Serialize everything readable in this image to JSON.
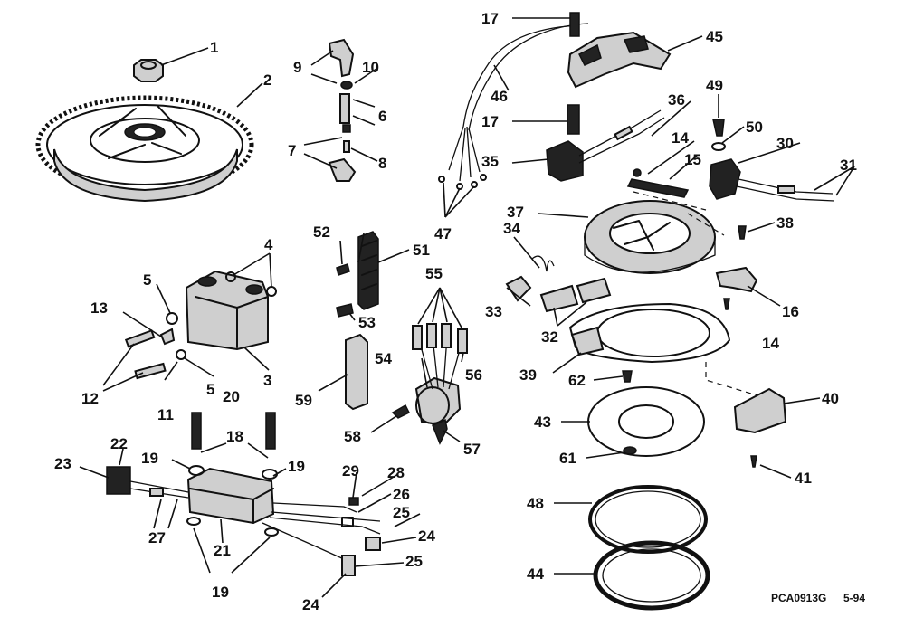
{
  "callouts": {
    "c1": "1",
    "c2": "2",
    "c3": "3",
    "c4": "4",
    "c5a": "5",
    "c5b": "5",
    "c6": "6",
    "c7": "7",
    "c8": "8",
    "c9": "9",
    "c10": "10",
    "c11": "11",
    "c12": "12",
    "c13": "13",
    "c14a": "14",
    "c14b": "14",
    "c15": "15",
    "c16": "16",
    "c17a": "17",
    "c17b": "17",
    "c18": "18",
    "c19a": "19",
    "c19b": "19",
    "c19c": "19",
    "c20": "20",
    "c21": "21",
    "c22": "22",
    "c23": "23",
    "c24a": "24",
    "c24b": "24",
    "c25a": "25",
    "c25b": "25",
    "c26": "26",
    "c27": "27",
    "c28": "28",
    "c29": "29",
    "c30": "30",
    "c31": "31",
    "c32": "32",
    "c33": "33",
    "c34": "34",
    "c35": "35",
    "c36": "36",
    "c37": "37",
    "c38": "38",
    "c39": "39",
    "c40": "40",
    "c41": "41",
    "c43": "43",
    "c44": "44",
    "c45": "45",
    "c46": "46",
    "c47": "47",
    "c48": "48",
    "c49": "49",
    "c50": "50",
    "c51": "51",
    "c52": "52",
    "c53": "53",
    "c54": "54",
    "c55": "55",
    "c56": "56",
    "c57": "57",
    "c58": "58",
    "c59": "59",
    "c61": "61",
    "c62": "62"
  },
  "footer": {
    "code": "PCA0913G",
    "date": "5-94"
  }
}
